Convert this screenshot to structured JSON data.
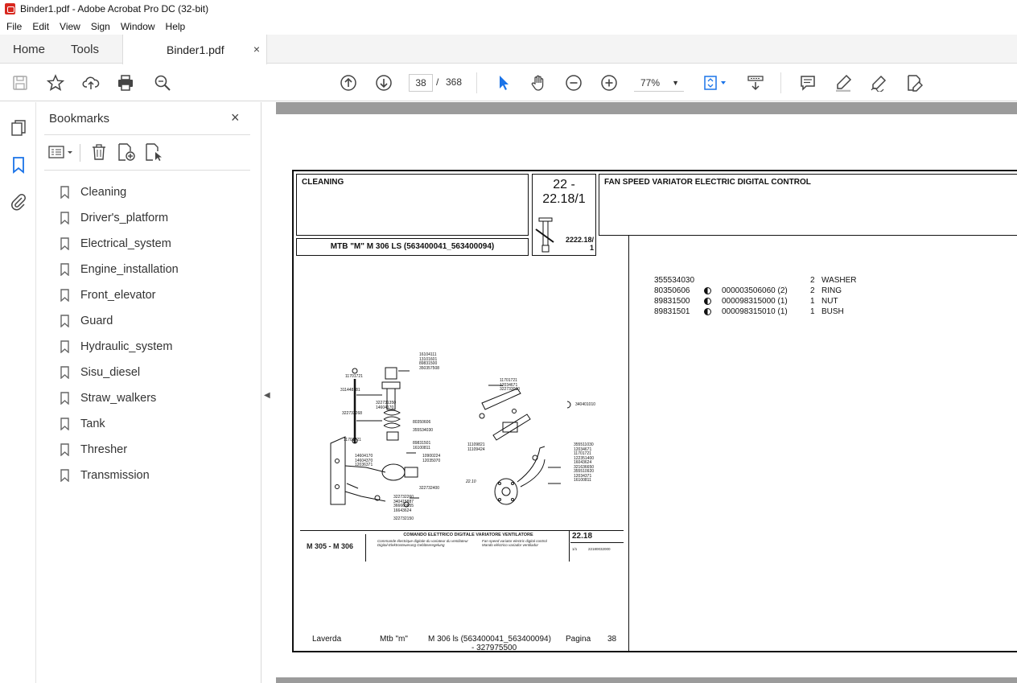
{
  "window": {
    "title": "Binder1.pdf - Adobe Acrobat Pro DC (32-bit)"
  },
  "menu": [
    "File",
    "Edit",
    "View",
    "Sign",
    "Window",
    "Help"
  ],
  "tabs": {
    "home": "Home",
    "tools": "Tools",
    "document": "Binder1.pdf",
    "close": "×"
  },
  "toolbar": {
    "page_current": "38",
    "page_separator": "/",
    "page_total": "368",
    "zoom": "77%"
  },
  "bookmarks": {
    "title": "Bookmarks",
    "close": "×",
    "items": [
      {
        "label": "Cleaning"
      },
      {
        "label": "Driver's_platform"
      },
      {
        "label": "Electrical_system"
      },
      {
        "label": "Engine_installation"
      },
      {
        "label": "Front_elevator"
      },
      {
        "label": "Guard"
      },
      {
        "label": "Hydraulic_system"
      },
      {
        "label": "Sisu_diesel"
      },
      {
        "label": "Straw_walkers"
      },
      {
        "label": "Tank"
      },
      {
        "label": "Thresher"
      },
      {
        "label": "Transmission"
      }
    ]
  },
  "document": {
    "section": "CLEANING",
    "group_top": "22 -",
    "group_bottom": "22.18/1",
    "model_line": "MTB \"M\" M 306 LS (563400041_563400094)",
    "ref_code_top": "2222.18/",
    "ref_code_bottom": "1",
    "header_title": "FAN SPEED VARIATOR ELECTRIC DIGITAL CONTROL",
    "parts": [
      {
        "code": "355534030",
        "dot": false,
        "ref": "",
        "qty": "2",
        "desc": "WASHER"
      },
      {
        "code": "80350606",
        "dot": true,
        "ref": "000003506060  (2)",
        "qty": "2",
        "desc": "RING"
      },
      {
        "code": "89831500",
        "dot": true,
        "ref": "000098315000  (1)",
        "qty": "1",
        "desc": "NUT"
      },
      {
        "code": "89831501",
        "dot": true,
        "ref": "000098315010  (1)",
        "qty": "1",
        "desc": "BUSH"
      }
    ],
    "drawing": {
      "model": "M 305 - M 306",
      "caption_it": "COMANDO ELETTRICO DIGITALE VARIATORE VENTILATORE",
      "caption_fr": "Commande électrique digitale du variateur du ventilateur",
      "caption_en": "Fan speed variator electric digital control",
      "caption_de": "Digital-Elektrosteuerung Gebläseregelung",
      "caption_es": "Mando eléctrico variador ventilador",
      "number": "22.18",
      "sheet": "1/1",
      "drawing_code": "22180032000",
      "part_labels": [
        "16104111",
        "13101601",
        "89831500",
        "350357508",
        "11701721",
        "311448181",
        "322731350",
        "14604170",
        "322733268",
        "80350606",
        "355534030",
        "89831501",
        "16100811",
        "10900224",
        "12035070",
        "11701721",
        "14604170",
        "14604370",
        "12036371",
        "322732400",
        "322732260",
        "340415887",
        "366600855",
        "16643624",
        "322732150",
        "11701721",
        "12034671",
        "322733060",
        "340401010",
        "11109821",
        "11109424",
        "355511030",
        "12034671",
        "11701721",
        "122351400",
        "16043624",
        "321636650",
        "355510920",
        "12034371",
        "16100811",
        "22.10"
      ]
    },
    "footer": {
      "brand": "Laverda",
      "series": "Mtb \"m\"",
      "model": "M 306 ls (563400041_563400094)",
      "model_cont": "- 327975500",
      "page_label": "Pagina",
      "page_no": "38"
    }
  }
}
